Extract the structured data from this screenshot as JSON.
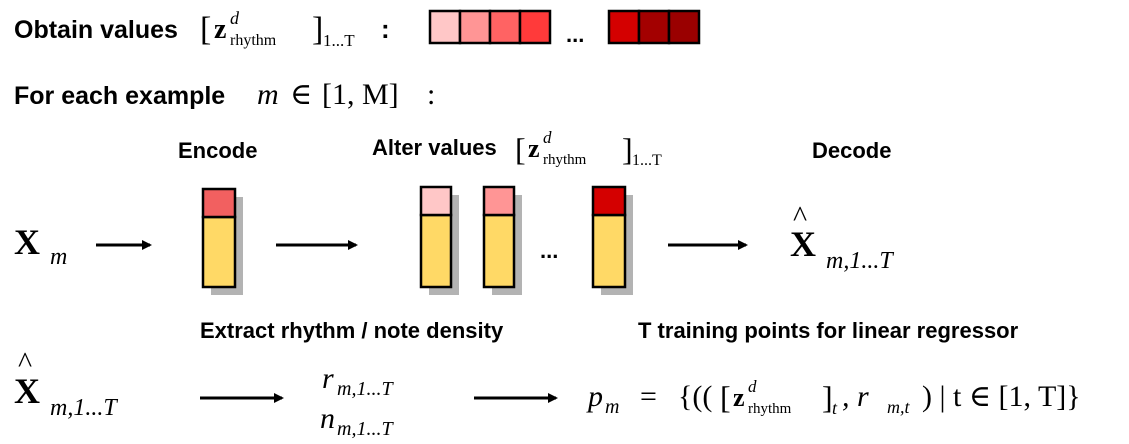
{
  "header": {
    "obtain_prefix": "Obtain values",
    "for_each_prefix": "For each example"
  },
  "math": {
    "z_bold": "z",
    "z_sup": "d",
    "z_sub": "rhythm",
    "range_sub": "1...T",
    "colon": ":",
    "m_var": "m",
    "in_sym": "∈",
    "range_M": "[1, M]",
    "range_M_colon": ":",
    "X_bold": "X",
    "X_sub_m": "m",
    "hat": "^",
    "sub_m_1T": "m,1...T",
    "r_var": "r",
    "n_var": "n",
    "p_var": "p",
    "p_sub": "m",
    "equals": "=",
    "set_open": "{((",
    "t_sub": "t",
    "comma_r": ", r",
    "r_sub": "m,t",
    "pipe_t_in": ") | t ∈ [1, T]}"
  },
  "labels": {
    "encode": "Encode",
    "alter_values": "Alter values",
    "decode": "Decode",
    "extract": "Extract rhythm / note density",
    "training": "T training points for linear regressor",
    "ellipsis": "..."
  },
  "colors": {
    "latent_scale": [
      "#ffc7c7",
      "#ff9595",
      "#ff6363",
      "#ff3a3a",
      "#d40000",
      "#a30000",
      "#9a0000"
    ],
    "encode_top": "#f26060",
    "body": "#ffd966",
    "shadow": "#b3b3b3",
    "stroke": "#000000"
  }
}
